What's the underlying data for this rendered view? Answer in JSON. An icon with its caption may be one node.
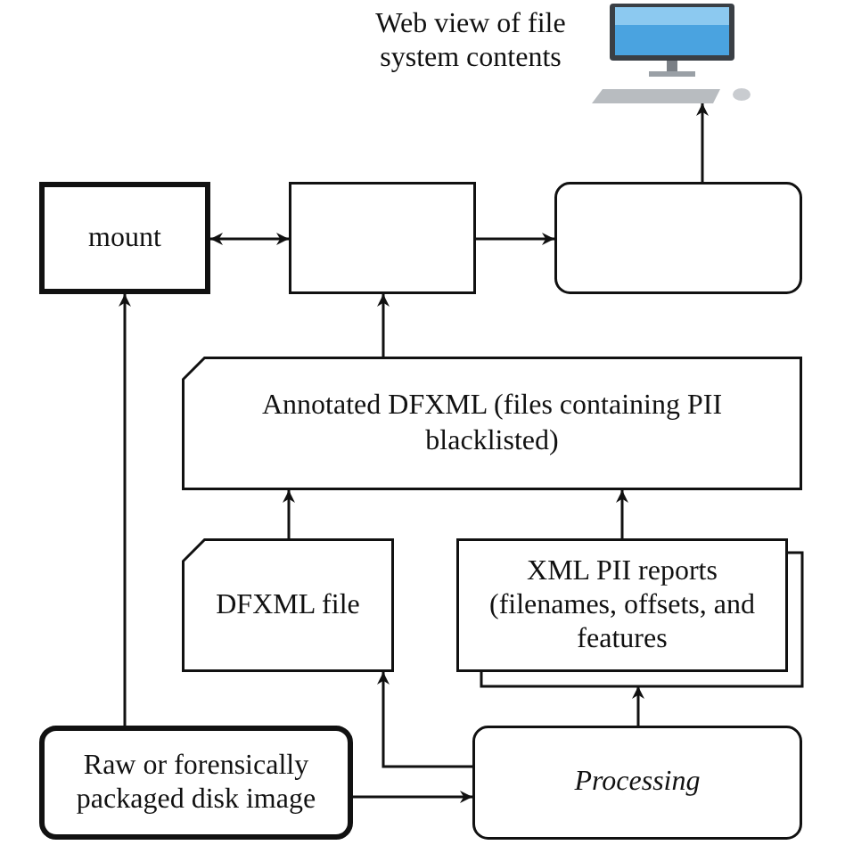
{
  "diagram": {
    "nodes": [
      {
        "text": [],
        "shape": "picture",
        "beside": [
          "Web view of file system contents"
        ]
      },
      {
        "text": [
          "mount"
        ]
      },
      {
        "text": [],
        "shape": "box"
      },
      {
        "text": [],
        "shape": "box"
      },
      {
        "text": [
          "Annotated DFXML (files containing PII blacklisted)"
        ]
      },
      {
        "text": [
          "DFXML file"
        ]
      },
      {
        "text": [
          "XML PII reports (filenames, offsets, and features"
        ]
      },
      {
        "text": [
          "Raw or forensically packaged disk image"
        ]
      },
      {
        "text": [
          "Processing"
        ]
      }
    ],
    "edges": [
      {
        "from": 7,
        "to": 1,
        "arrow": "to"
      },
      {
        "from": 1,
        "to": 2,
        "arrow": "both"
      },
      {
        "from": 2,
        "to": 3,
        "arrow": "to"
      },
      {
        "from": 3,
        "to": 0,
        "arrow": "to"
      },
      {
        "from": 4,
        "to": 2,
        "arrow": "to"
      },
      {
        "from": 5,
        "to": 4,
        "arrow": "to"
      },
      {
        "from": 6,
        "to": 4,
        "arrow": "to"
      },
      {
        "from": 8,
        "to": 5,
        "arrow": "to"
      },
      {
        "from": 8,
        "to": 6,
        "arrow": "to"
      },
      {
        "from": 7,
        "to": 8,
        "arrow": "to"
      }
    ]
  }
}
